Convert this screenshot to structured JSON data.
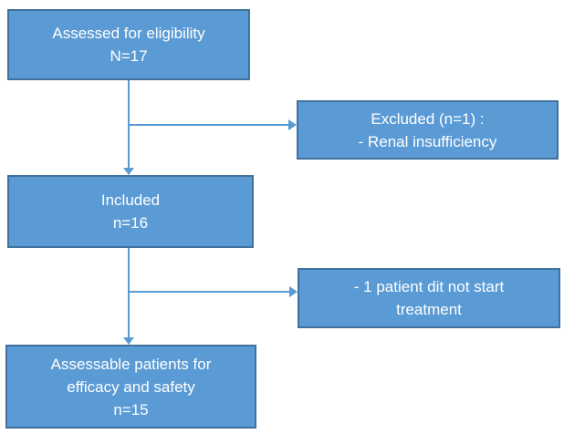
{
  "diagram": {
    "type": "patient-flow-diagram",
    "colors": {
      "box_fill": "#5b9bd5",
      "box_border": "#41719c",
      "connector": "#5b9bd5",
      "text": "#ffffff",
      "background": "#ffffff"
    },
    "boxes": {
      "assessed": {
        "lines": [
          "Assessed for eligibility",
          "N=17"
        ]
      },
      "excluded": {
        "lines": [
          "Excluded (n=1) :",
          "- Renal insufficiency"
        ]
      },
      "included": {
        "lines": [
          "Included",
          "n=16"
        ]
      },
      "not_started": {
        "lines": [
          "- 1 patient dit not start",
          "treatment"
        ]
      },
      "assessable": {
        "lines": [
          "Assessable patients for",
          "efficacy and safety",
          "n=15"
        ]
      }
    }
  }
}
